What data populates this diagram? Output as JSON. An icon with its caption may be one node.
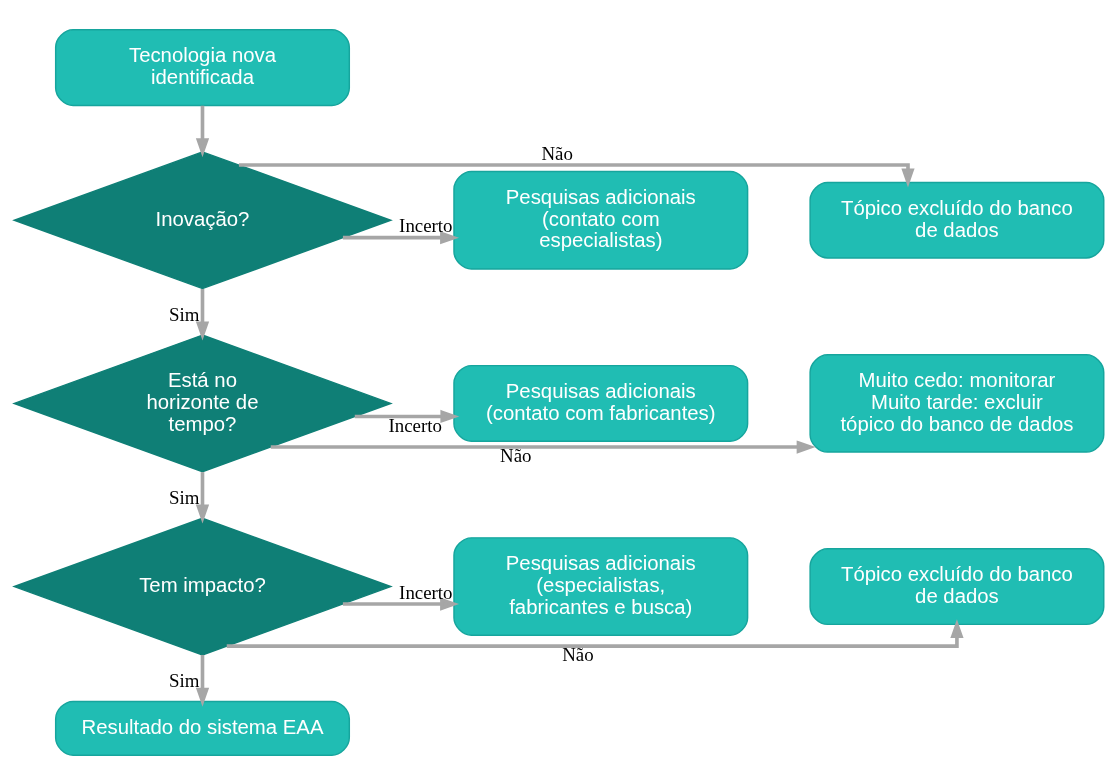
{
  "diagram": {
    "nodes": [
      {
        "text": [
          "Tecnologia nova identificada"
        ]
      },
      {
        "text": [
          "Tópico excluído do banco de dados"
        ]
      },
      {
        "text": [
          "Inovação?"
        ]
      },
      {
        "text": [
          "Pesquisas adicionais (contato com especialistas)"
        ]
      },
      {
        "text": [
          "Muito cedo: monitorar",
          "Muito tarde: excluir tópico do banco de dados"
        ]
      },
      {
        "text": [
          "Está no horizonte de tempo?"
        ]
      },
      {
        "text": [
          "Pesquisas adicionais (contato com fabricantes)"
        ]
      },
      {
        "text": [
          "Tópico excluído do banco de dados"
        ]
      },
      {
        "text": [
          "Tem impacto?"
        ]
      },
      {
        "text": [
          "Pesquisas adicionais (especialistas, fabricantes e busca)"
        ]
      },
      {
        "text": [
          "Resultado do sistema EAA"
        ]
      }
    ],
    "edges": [
      {
        "from": 0,
        "to": 2,
        "arrow": "to"
      },
      {
        "from": 2,
        "to": 1,
        "arrow": "to",
        "label": "Não"
      },
      {
        "from": 2,
        "to": 3,
        "arrow": "to",
        "label": "Incerto"
      },
      {
        "from": 2,
        "to": 5,
        "arrow": "to",
        "label": "Sim"
      },
      {
        "from": 5,
        "to": 4,
        "arrow": "to",
        "label": "Não"
      },
      {
        "from": 5,
        "to": 6,
        "arrow": "to",
        "label": "Incerto"
      },
      {
        "from": 5,
        "to": 8,
        "arrow": "to",
        "label": "Sim"
      },
      {
        "from": 8,
        "to": 7,
        "arrow": "to",
        "label": "Não"
      },
      {
        "from": 8,
        "to": 9,
        "arrow": "to",
        "label": "Incerto"
      },
      {
        "from": 8,
        "to": 10,
        "arrow": "to",
        "label": "Sim"
      }
    ]
  }
}
